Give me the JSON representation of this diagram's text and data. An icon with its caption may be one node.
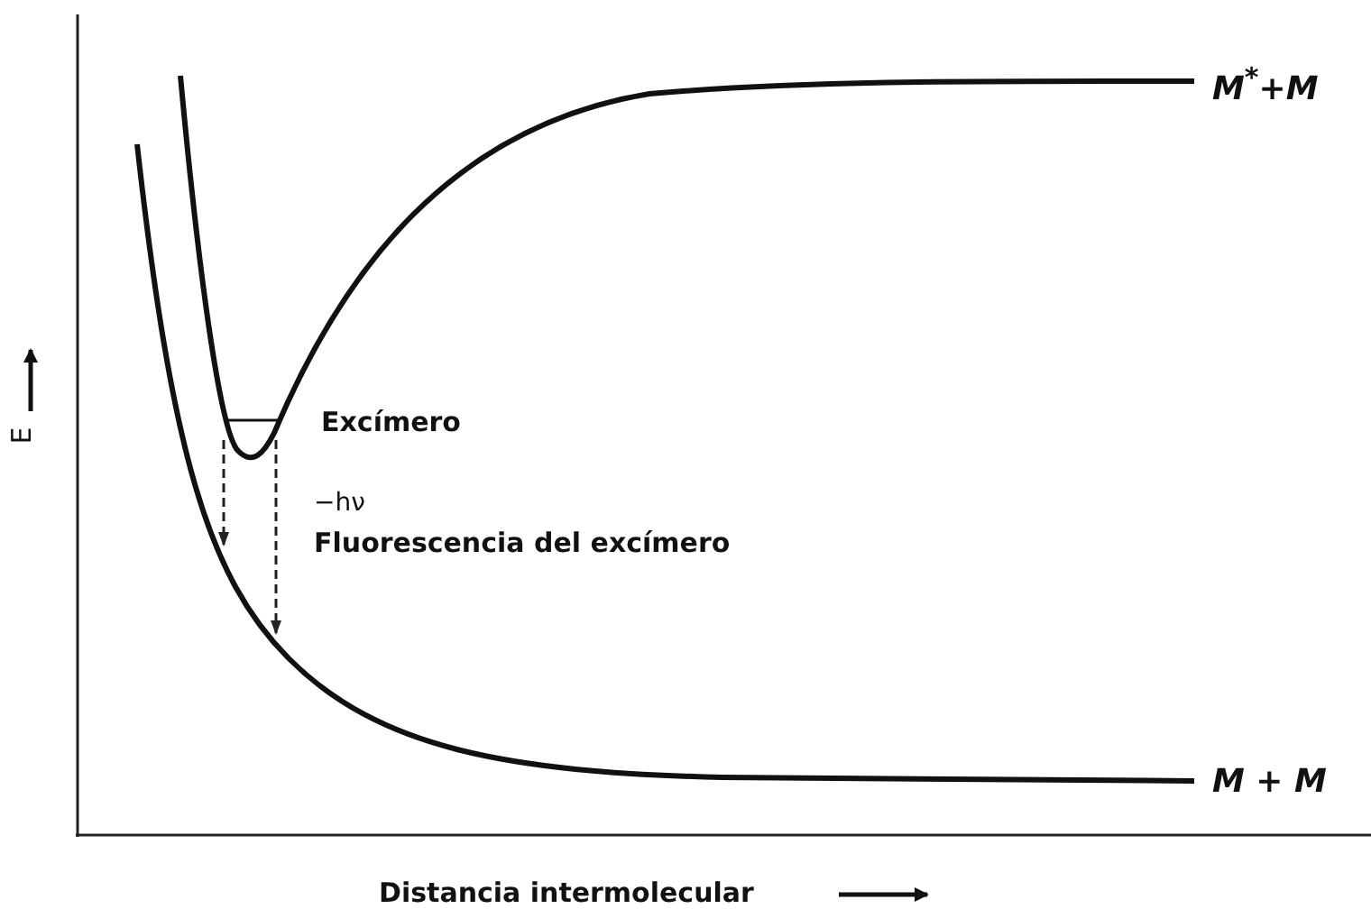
{
  "diagram": {
    "labels": [
      "M$^{*}$+M",
      "Excímero",
      "−hν",
      "Fluorescencia del excímero",
      "E",
      "M + M",
      "Distancia intermolecular"
    ]
  }
}
